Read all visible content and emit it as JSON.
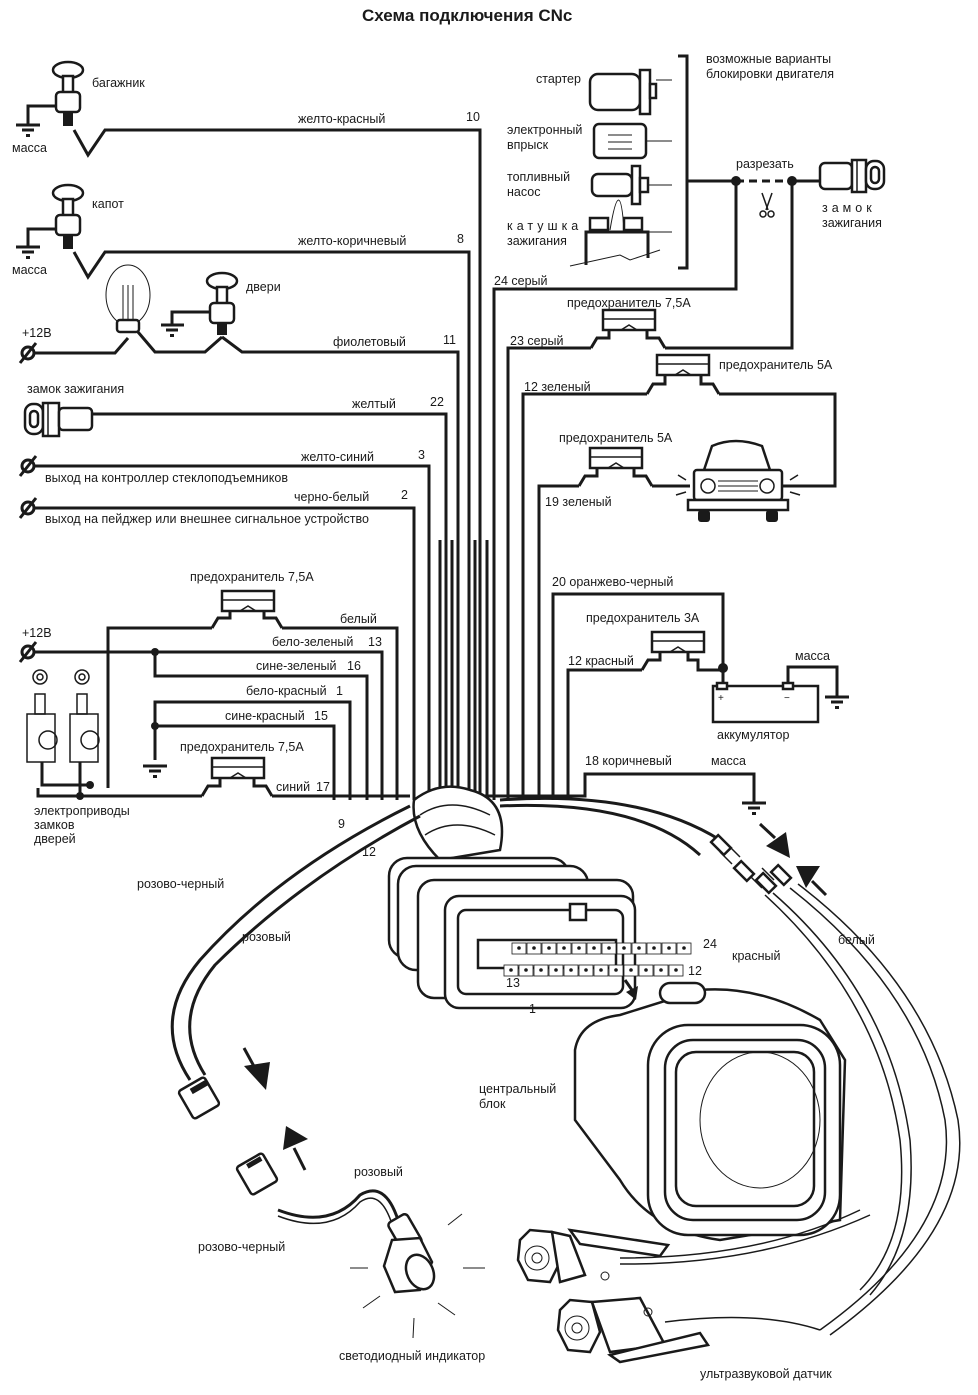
{
  "title": "Схема подключения CNc",
  "labels": {
    "trunk": "багажник",
    "ground": "масса",
    "hood": "капот",
    "doors": "двери",
    "plus12v": "+12В",
    "ignition_lock": "замок зажигания",
    "window_output": "выход на контроллер стеклоподъемников",
    "pager_output": "выход на пейджер или внешнее сигнальное устройство",
    "door_actuators_1": "электроприводы",
    "door_actuators_2": "замков",
    "door_actuators_3": "дверей",
    "starter": "стартер",
    "injection_1": "электронный",
    "injection_2": "впрыск",
    "fuel_pump_1": "топливный",
    "fuel_pump_2": "насос",
    "coil_1": "катушка",
    "coil_2": "зажигания",
    "blocking_1": "возможные  варианты",
    "blocking_2": "блокировки двигателя",
    "cut": "разрезать",
    "ign_lock_right_1": "замок",
    "ign_lock_right_2": "зажигания",
    "fuse_7_5": "предохранитель 7,5А",
    "fuse_5": "предохранитель 5А",
    "fuse_3": "предохранитель 3А",
    "battery": "аккумулятор",
    "central_unit_1": "центральный",
    "central_unit_2": "блок",
    "led": "светодиодный индикатор",
    "ultrasonic": "ультразвуковой датчик",
    "pink": "розовый",
    "pink_black": "розово-черный",
    "red": "красный",
    "white": "белый",
    "pin_24": "24",
    "pin_12": "12",
    "pin_13": "13",
    "pin_1": "1"
  },
  "wires": {
    "w10": {
      "color": "желто-красный",
      "pin": "10"
    },
    "w8": {
      "color": "желто-коричневый",
      "pin": "8"
    },
    "w11": {
      "color": "фиолетовый",
      "pin": "11"
    },
    "w22": {
      "color": "желтый",
      "pin": "22"
    },
    "w3": {
      "color": "желто-синий",
      "pin": "3"
    },
    "w2": {
      "color": "черно-белый",
      "pin": "2"
    },
    "white": {
      "color": "белый"
    },
    "w13": {
      "color": "бело-зеленый",
      "pin": "13"
    },
    "w16": {
      "color": "сине-зеленый",
      "pin": "16"
    },
    "w1": {
      "color": "бело-красный",
      "pin": "1"
    },
    "w15": {
      "color": "сине-красный",
      "pin": "15"
    },
    "w17": {
      "color": "синий",
      "pin": "17"
    },
    "w9": {
      "pin": "9"
    },
    "w12a": {
      "pin": "12"
    },
    "w24": {
      "label": "24  серый"
    },
    "w23": {
      "label": "23  серый"
    },
    "w12g": {
      "label": "12   зеленый"
    },
    "w19": {
      "label": "19   зеленый"
    },
    "w20": {
      "label": "20 оранжево-черный"
    },
    "w12r": {
      "label": "12 красный"
    },
    "w18": {
      "label": "18 коричневый"
    }
  }
}
